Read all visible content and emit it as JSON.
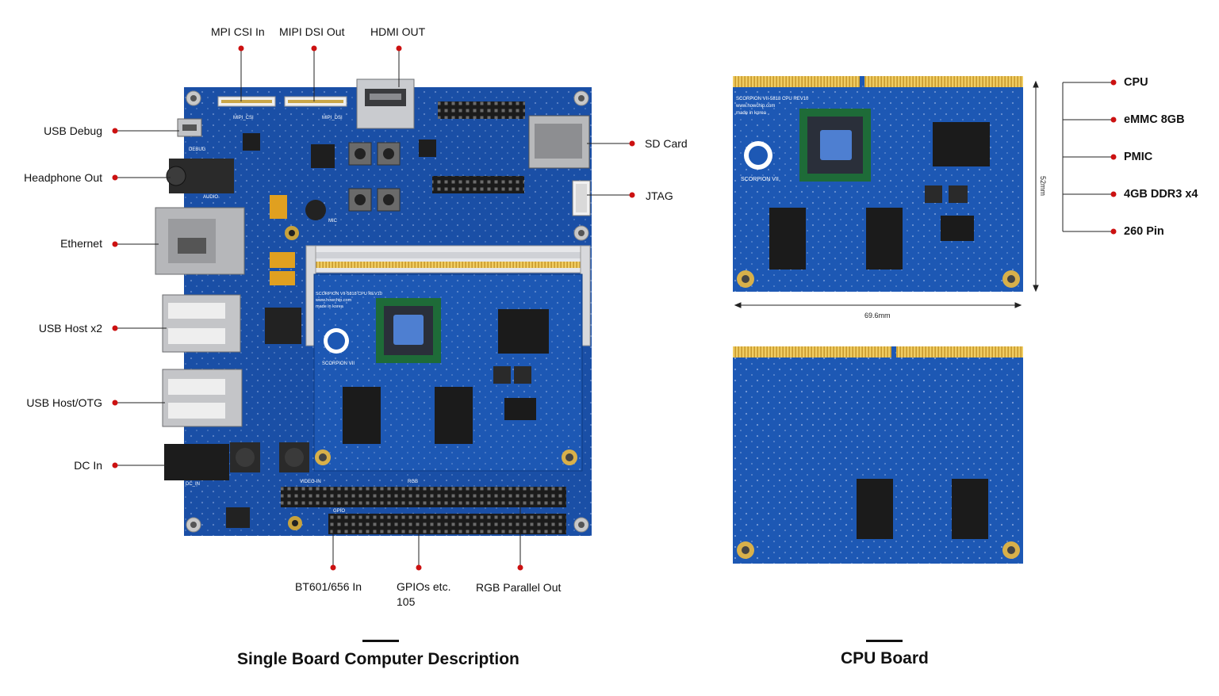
{
  "sbc": {
    "caption": "Single Board Computer Description",
    "board_text": {
      "mipi_csi": "MIPI_CSI",
      "mipi_dsi": "MIPI_DSI",
      "debug": "DEBUG",
      "audio": "AUDIO",
      "mic": "MIC",
      "dc_in": "DC_IN",
      "video_in": "VIDEO-IN",
      "rgb": "RGB",
      "gpio": "GPIO",
      "module_title": "SCORPION VII-5818 CPU REV10",
      "module_url": "www.howchip.com",
      "module_made": "made in korea",
      "logo": "SCORPION VII"
    },
    "callouts": {
      "mipi_csi_in": "MPI CSI In",
      "mipi_dsi_out": "MIPI DSI Out",
      "hdmi_out": "HDMI OUT",
      "usb_debug": "USB Debug",
      "headphone_out": "Headphone Out",
      "ethernet": "Ethernet",
      "usb_host_x2": "USB Host x2",
      "usb_host_otg": "USB Host/OTG",
      "dc_in": "DC In",
      "sd_card": "SD Card",
      "jtag": "JTAG",
      "bt601": "BT601/656 In",
      "gpios_1": "GPIOs etc.",
      "gpios_2": "105",
      "rgb_out": "RGB Parallel Out"
    }
  },
  "cpu": {
    "caption": "CPU Board",
    "callouts": [
      "CPU",
      "eMMC 8GB",
      "PMIC",
      "4GB DDR3 x4",
      "260 Pin"
    ],
    "width_dim": "69.6mm",
    "height_dim": "52mm",
    "board_text": {
      "title": "SCORPION VII-5818 CPU REV10",
      "url": "www.howchip.com",
      "made": "made in korea",
      "logo": "SCORPION VII"
    }
  },
  "colors": {
    "pcb": "#1a4fa6",
    "pcb_dark": "#143d86",
    "gold": "#d8b04a",
    "callout_dot": "#cc1111"
  }
}
